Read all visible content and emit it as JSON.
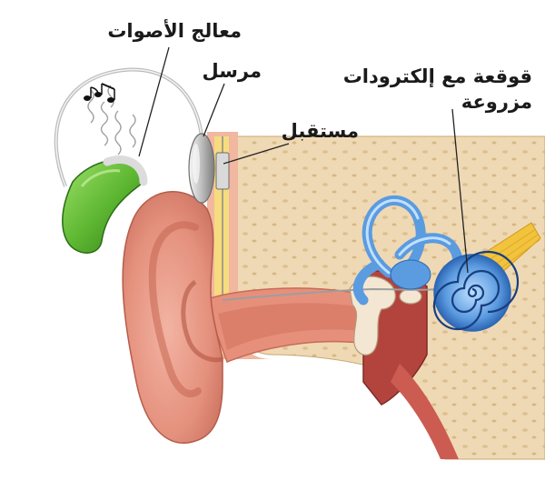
{
  "labels": {
    "sound_processor": "معالج الأصوات",
    "transmitter": "مرسل",
    "receiver": "مستقبل",
    "cochlea_line1": "قوقعة مع إلكترودات",
    "cochlea_line2": "مزروعة"
  },
  "colors": {
    "skin": "#e79a86",
    "skin_dark": "#c86a58",
    "bone": "#efd9b4",
    "cochlea": "#5b9be0",
    "processor": "#5fb832",
    "nerve": "#f2c33c",
    "leader": "#222222"
  },
  "icons": [
    "music-notes-icon"
  ]
}
